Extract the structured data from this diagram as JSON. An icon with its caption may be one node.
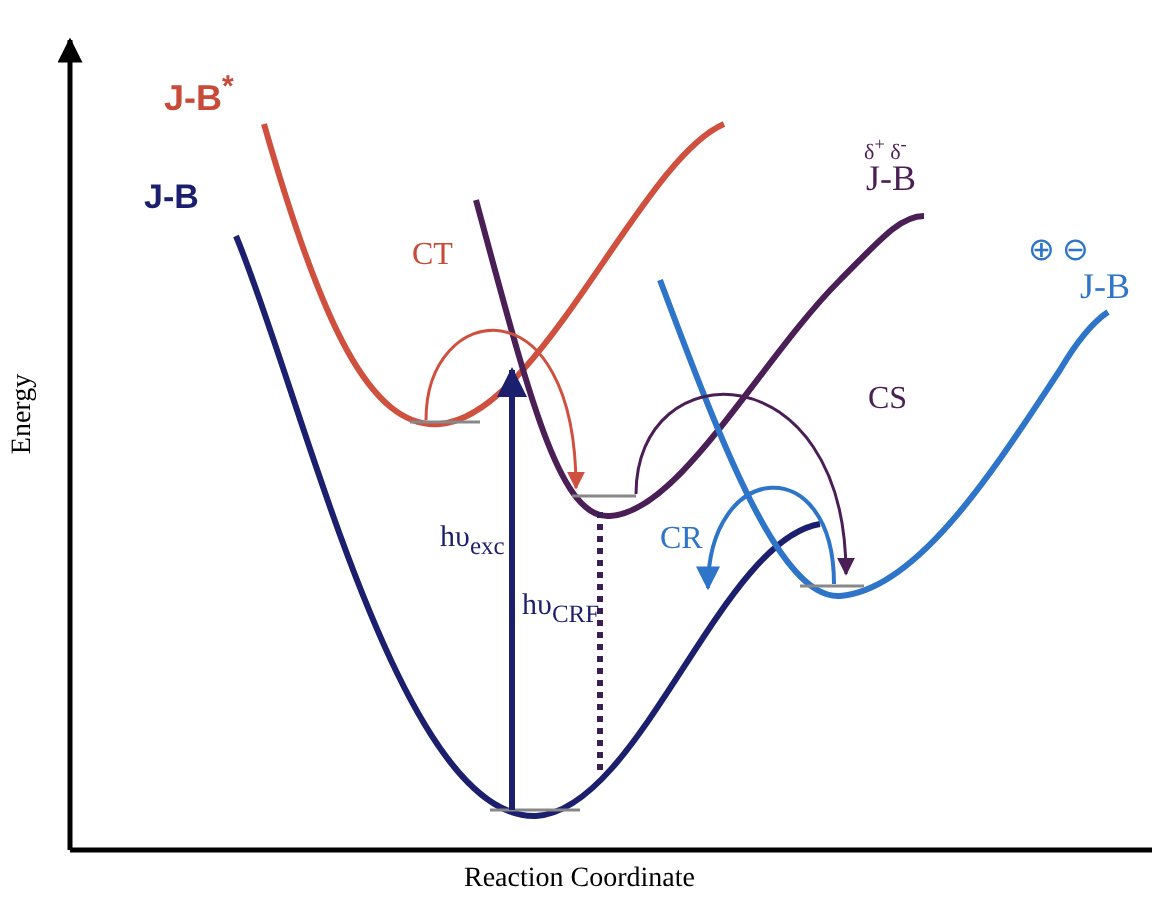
{
  "diagram": {
    "labels": [
      "J-B$^{*}$",
      "J-B",
      "δ$^{+}$ δ$^{-}$",
      "J-B",
      "CT",
      "⊕ ⊖",
      "J-B",
      "CS",
      "CR",
      "hυ$_{exc}$",
      "hυ$_{CRF}$",
      "Energy",
      "Reaction Coordinate"
    ]
  }
}
